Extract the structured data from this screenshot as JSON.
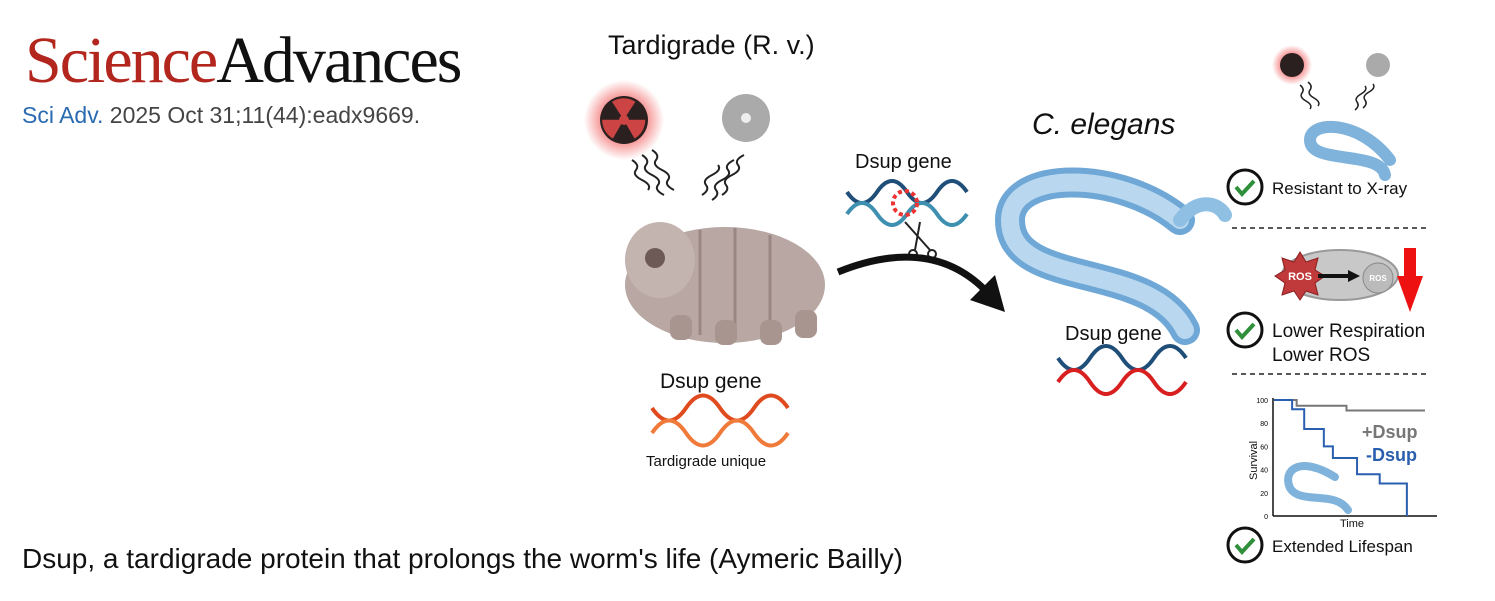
{
  "header": {
    "logo_word1": "Science",
    "logo_word2": "Advances",
    "journal_abbrev": "Sci Adv.",
    "citation": "2025 Oct 31;11(44):eadx9669."
  },
  "diagram": {
    "tardigrade_title": "Tardigrade (R. v.)",
    "tardigrade_gene_label": "Dsup gene",
    "tardigrade_unique_label": "Tardigrade unique",
    "transfer_gene_label": "Dsup gene",
    "worm_title": "C. elegans",
    "worm_gene_label": "Dsup gene"
  },
  "outcomes": [
    {
      "label": "Resistant to X-ray"
    },
    {
      "label": "Lower Respiration",
      "label2": "Lower ROS"
    },
    {
      "label": "Extended Lifespan"
    }
  ],
  "ros": {
    "big": "ROS",
    "small": "ROS"
  },
  "survival_plot": {
    "xlabel": "Time",
    "ylabel": "Survival",
    "yticks": [
      "0",
      "20",
      "40",
      "60",
      "80",
      "100"
    ],
    "legend_plus": "+Dsup",
    "legend_minus": "-Dsup",
    "colors": {
      "plus": "#777777",
      "minus": "#2a5fb0"
    },
    "series_plus": [
      [
        0,
        100
      ],
      [
        0.15,
        100
      ],
      [
        0.15,
        95
      ],
      [
        0.48,
        95
      ],
      [
        0.48,
        91
      ],
      [
        1,
        91
      ]
    ],
    "series_minus": [
      [
        0,
        100
      ],
      [
        0.12,
        100
      ],
      [
        0.12,
        92
      ],
      [
        0.2,
        92
      ],
      [
        0.2,
        75
      ],
      [
        0.33,
        75
      ],
      [
        0.33,
        60
      ],
      [
        0.39,
        60
      ],
      [
        0.39,
        50
      ],
      [
        0.55,
        50
      ],
      [
        0.55,
        36
      ],
      [
        0.7,
        36
      ],
      [
        0.7,
        28
      ],
      [
        0.88,
        28
      ],
      [
        0.88,
        0
      ]
    ]
  },
  "caption": "Dsup, a tardigrade protein that prolongs the worm's life (Aymeric Bailly)"
}
